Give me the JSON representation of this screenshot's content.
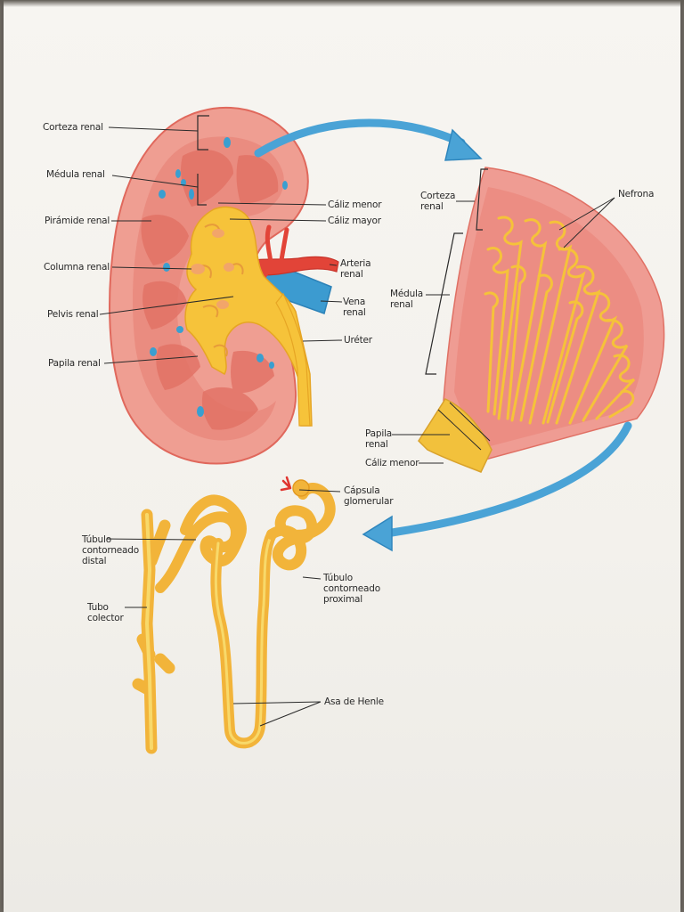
{
  "labels": {
    "corteza_renal": "Corteza renal",
    "medula_renal": "Médula renal",
    "piramide_renal": "Pirámide renal",
    "columna_renal": "Columna renal",
    "pelvis_renal": "Pelvis renal",
    "papila_renal": "Papila renal",
    "caliz_menor": "Cáliz menor",
    "caliz_mayor": "Cáliz mayor",
    "arteria_1": "Arteria",
    "arteria_2": "renal",
    "vena_1": "Vena",
    "vena_2": "renal",
    "ureter": "Uréter",
    "det_corteza_1": "Corteza",
    "det_corteza_2": "renal",
    "nefrona": "Nefrona",
    "det_medula_1": "Médula",
    "det_medula_2": "renal",
    "det_papila_1": "Papila",
    "det_papila_2": "renal",
    "det_caliz_menor": "Cáliz menor",
    "capsula_1": "Cápsula",
    "capsula_2": "glomerular",
    "distal_1": "Túbulo",
    "distal_2": "contorneado",
    "distal_3": "distal",
    "tubo_1": "Tubo",
    "tubo_2": "colector",
    "proximal_1": "Túbulo",
    "proximal_2": "contorneado",
    "proximal_3": "proximal",
    "asa_henle": "Asa de Henle"
  },
  "colors": {
    "cortex": "#ef9f93",
    "medulla": "#e8867a",
    "yellow": "#f7c43a",
    "artery": "#e0443a",
    "vein": "#3f9fd2",
    "blue_arrow": "#4aa3d6"
  }
}
